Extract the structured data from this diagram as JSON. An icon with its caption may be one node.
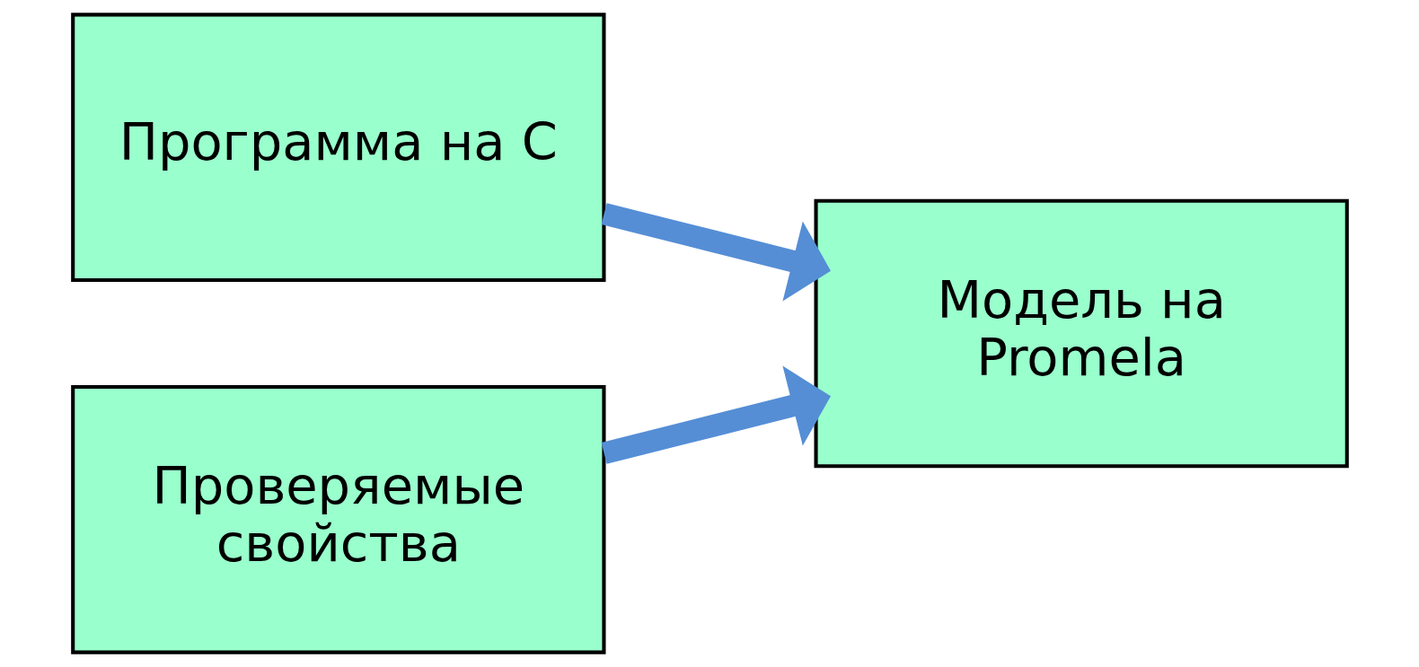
{
  "diagram": {
    "nodes": [
      {
        "text": [
          "Программа на C"
        ]
      },
      {
        "text": [
          "Проверяемые свойства"
        ]
      },
      {
        "text": [
          "Модель на Promela"
        ]
      }
    ],
    "edges": [
      {
        "from": 0,
        "to": 2,
        "arrow": "to"
      },
      {
        "from": 1,
        "to": 2,
        "arrow": "to"
      }
    ]
  }
}
